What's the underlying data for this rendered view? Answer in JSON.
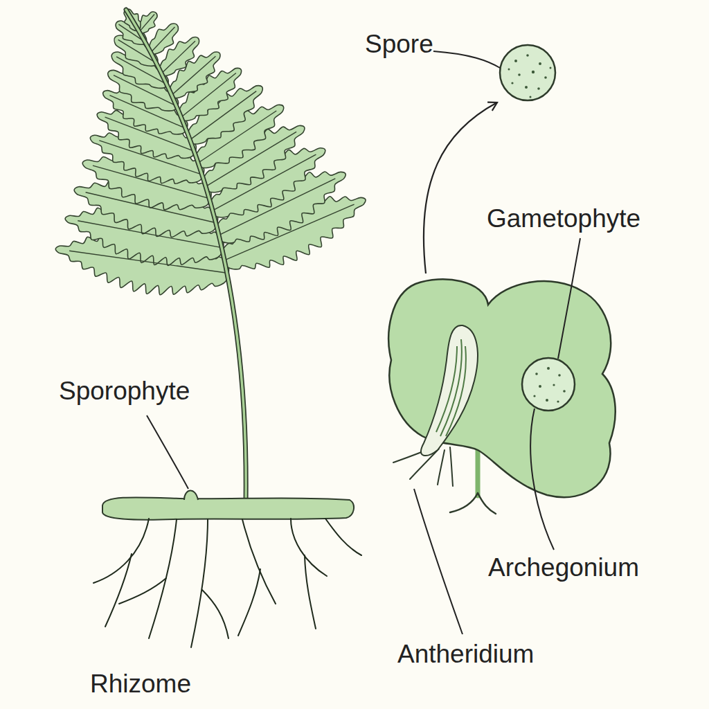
{
  "diagram": {
    "labels": [
      "Spore",
      "Gametophyte",
      "Sporophyte",
      "Archegonium",
      "Antheridium",
      "Rhizome"
    ]
  }
}
